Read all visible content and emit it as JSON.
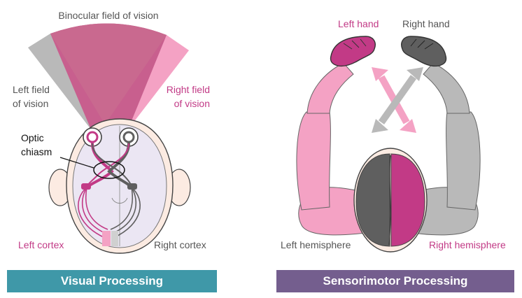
{
  "visual": {
    "binocular_label": "Binocular field of vision",
    "left_field_label": "Left field\nof vision",
    "right_field_label": "Right field\nof vision",
    "chiasm_label": "Optic\nchiasm",
    "left_cortex_label": "Left cortex",
    "right_cortex_label": "Right cortex",
    "banner": "Visual Processing"
  },
  "sensorimotor": {
    "left_hand_label": "Left hand",
    "right_hand_label": "Right hand",
    "left_hemisphere_label": "Left hemisphere",
    "right_hemisphere_label": "Right hemisphere",
    "banner": "Sensorimotor Processing"
  },
  "colors": {
    "pink": "#c23a86",
    "light_pink": "#f4a2c4",
    "gray": "#b9b9b9",
    "dark_gray": "#5f5f5f",
    "skin": "#fcebe2",
    "brain": "#ebe6f3",
    "visual_banner": "#3f98a8",
    "sensorimotor_banner": "#745e8e"
  }
}
